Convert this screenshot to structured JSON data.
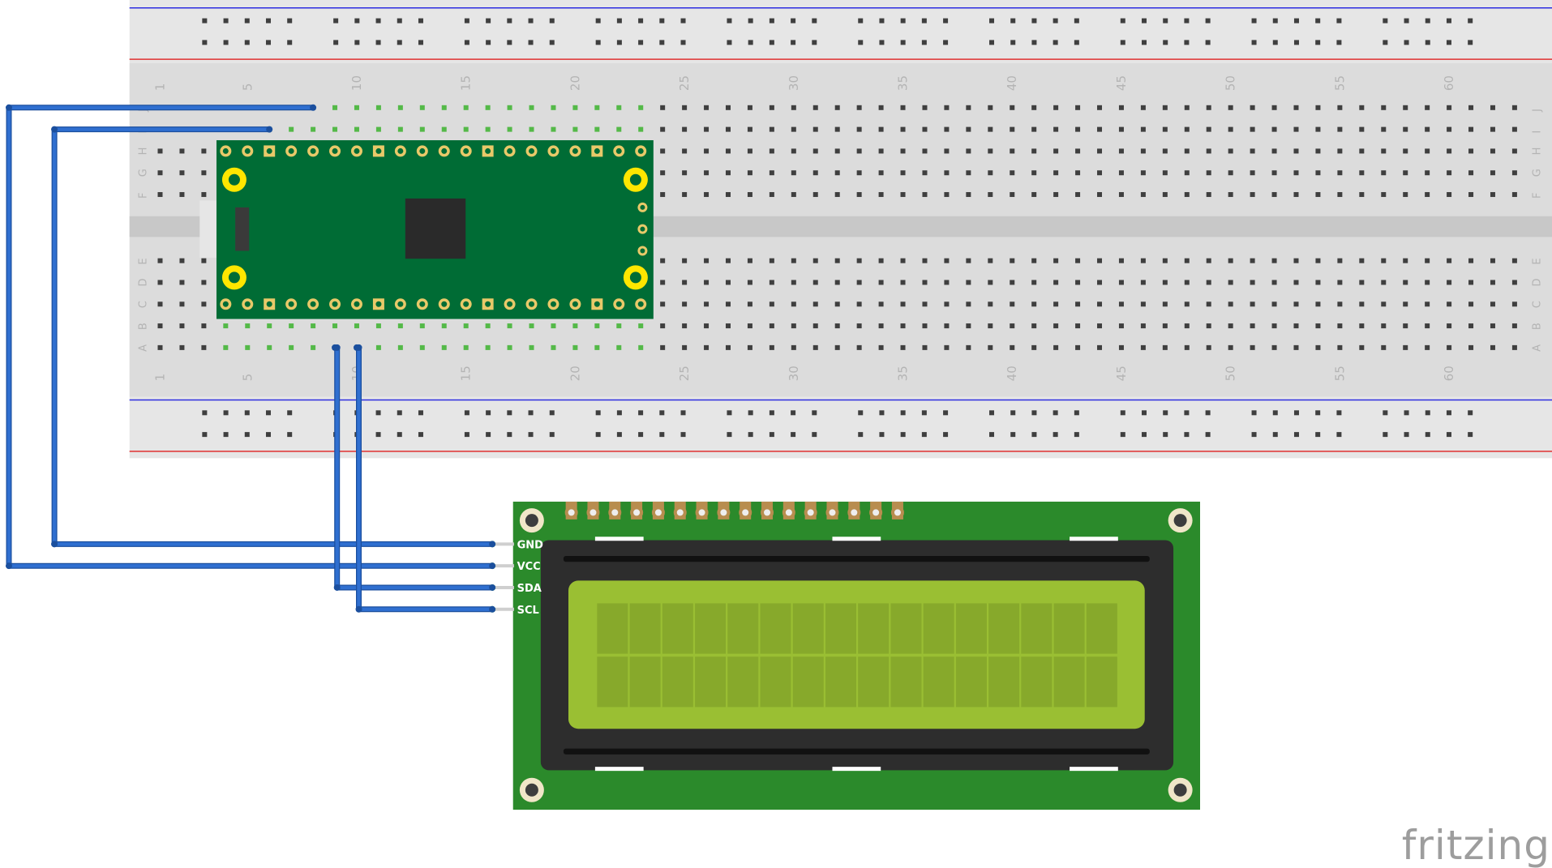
{
  "breadboard": {
    "column_numbers": [
      "1",
      "5",
      "10",
      "15",
      "20",
      "25",
      "30",
      "35",
      "40",
      "45",
      "50",
      "55",
      "60"
    ],
    "row_letters_top": [
      "J",
      "I",
      "H",
      "G",
      "F"
    ],
    "row_letters_bottom": [
      "E",
      "D",
      "C",
      "B",
      "A"
    ],
    "colors": {
      "body": "#dcdcdc",
      "rail_body": "#e6e6e6",
      "hole": "#3f3f3f",
      "hole_connected": "#54b948",
      "rail_blue_line": "#2c2ce0",
      "rail_red_line": "#e03030"
    }
  },
  "microcontroller": {
    "colors": {
      "pcb": "#006c35",
      "chip": "#2a2a2a",
      "mount_hole": "#ffe600",
      "usb": "#e6e6e6"
    }
  },
  "lcd_module": {
    "pin_labels": [
      "GND",
      "VCC",
      "SDA",
      "SCL"
    ],
    "character_columns": 16,
    "character_rows": 2,
    "colors": {
      "pcb": "#2b8a2b",
      "bezel": "#2d2d2d",
      "screen": "#9abf33",
      "screen_inner": "#87a92b",
      "pin_gold": "#b88d4f"
    }
  },
  "wires": {
    "color": "#2f6fd0",
    "connections": [
      {
        "from": "breadboard-row-J-col-8",
        "to": "lcd-pin-VCC"
      },
      {
        "from": "breadboard-row-I-col-6",
        "to": "lcd-pin-GND"
      },
      {
        "from": "breadboard-row-A-col-9",
        "to": "lcd-pin-SDA"
      },
      {
        "from": "breadboard-row-A-col-10",
        "to": "lcd-pin-SCL"
      }
    ]
  },
  "branding": {
    "logo_text": "fritzing"
  }
}
